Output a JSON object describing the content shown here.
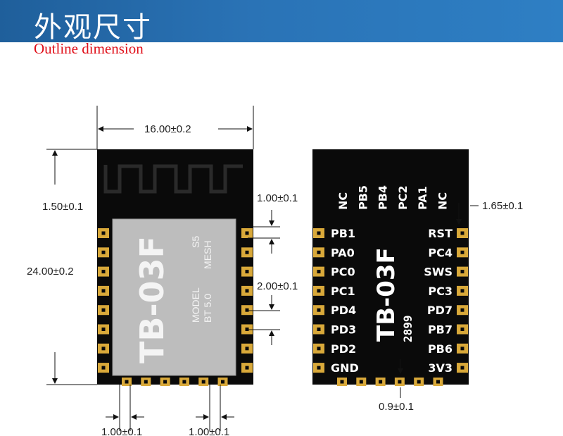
{
  "header": {
    "title": "外观尺寸",
    "subtitle": "Outline dimension"
  },
  "dimensions": {
    "width": "16.00±0.2",
    "antenna_height": "1.50±0.1",
    "body_height": "24.00±0.2",
    "pin_edge": "1.00±0.1",
    "pin_pitch": "2.00±0.1",
    "right_pin_offset": "1.65±0.1",
    "pad_width": "0.9±0.1",
    "bottom_pin_a": "1.00±0.1",
    "bottom_pin_b": "1.00±0.1"
  },
  "shield": {
    "model": "TB-03F",
    "line1": "MODEL",
    "line2": "BT 5.0",
    "line3": "S5",
    "line4": "MESH"
  },
  "back": {
    "model": "TB-03F",
    "code": "2899",
    "top_pins": [
      "NC",
      "PB5",
      "PB4",
      "PC2",
      "PA1",
      "NC"
    ],
    "left_pins": [
      "PB1",
      "PA0",
      "PC0",
      "PC1",
      "PD4",
      "PD3",
      "PD2",
      "GND"
    ],
    "right_pins": [
      "RST",
      "PC4",
      "SWS",
      "PC3",
      "PD7",
      "PB7",
      "PB6",
      "3V3"
    ]
  },
  "colors": {
    "header": "#2a73b6",
    "board": "#0a0a0a",
    "pad": "#d9a93a",
    "shield": "#bdbdbd",
    "subtitle": "#e0101a"
  }
}
